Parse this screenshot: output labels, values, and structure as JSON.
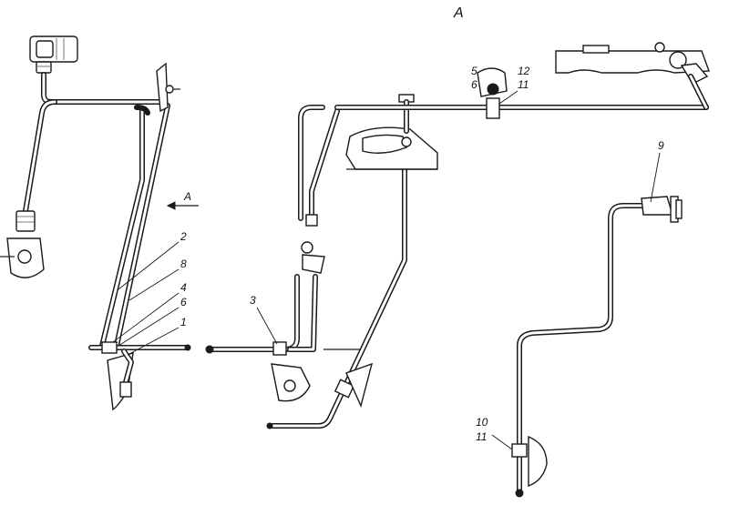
{
  "view_title": "A",
  "view_arrow_label": "A",
  "callouts": {
    "c1": "1",
    "c2": "2",
    "c3": "3",
    "c4": "4",
    "c5": "5",
    "c6a": "6",
    "c6b": "6",
    "c8": "8",
    "c9": "9",
    "c10": "10",
    "c11a": "11",
    "c11b": "11",
    "c12": "12"
  }
}
